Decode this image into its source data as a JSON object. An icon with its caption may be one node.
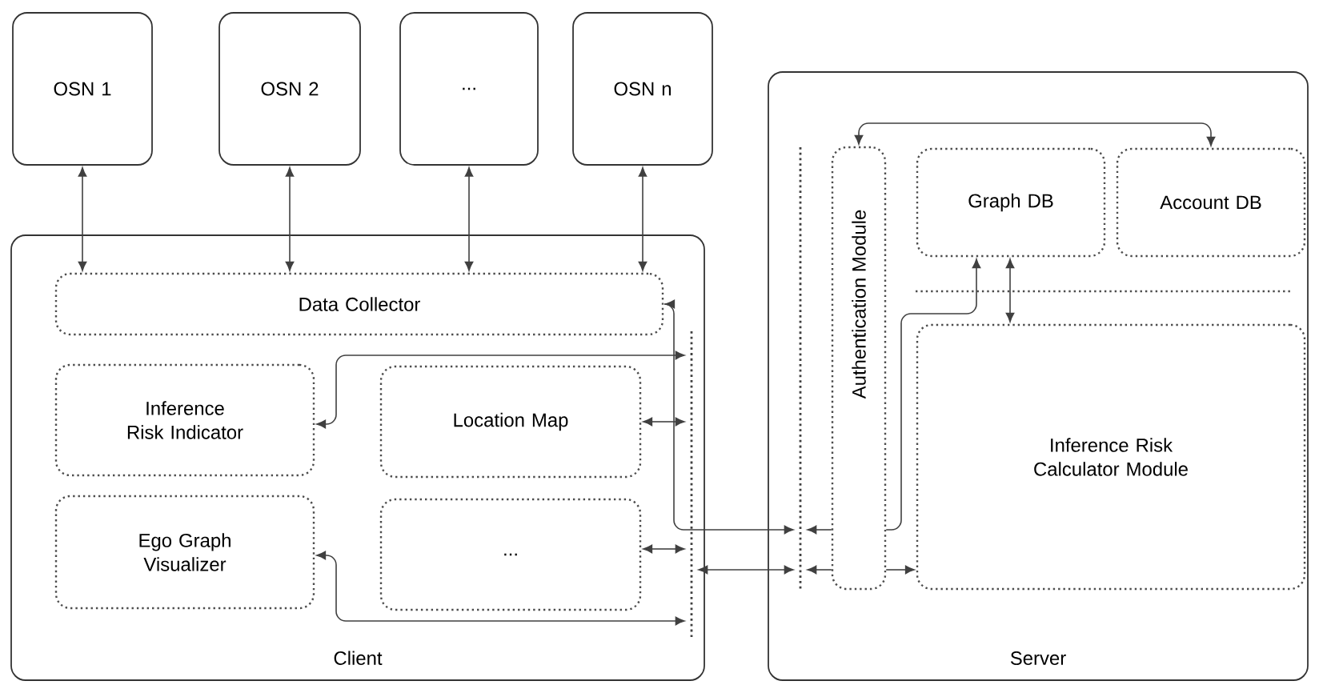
{
  "diagram": {
    "nodes": [
      {
        "text": [
          "OSN 1"
        ]
      },
      {
        "text": [
          "OSN 2"
        ]
      },
      {
        "text": [
          "..."
        ]
      },
      {
        "text": [
          "OSN n"
        ]
      },
      {
        "text": [
          "Client"
        ]
      },
      {
        "text": [
          "Data Collector"
        ],
        "in": 4
      },
      {
        "text": [
          "Inference Risk Indicator"
        ],
        "in": 4
      },
      {
        "text": [
          "Location Map"
        ],
        "in": 4
      },
      {
        "text": [
          "..."
        ],
        "in": 4
      },
      {
        "text": [
          "Ego Graph Visualizer"
        ],
        "in": 4
      },
      {
        "text": [],
        "shape": "line",
        "in": 4
      },
      {
        "text": [
          "Server"
        ]
      },
      {
        "text": [],
        "shape": "line",
        "in": 11
      },
      {
        "text": [
          "Authentication Module"
        ],
        "in": 11
      },
      {
        "text": [
          "Graph DB"
        ],
        "in": 11
      },
      {
        "text": [
          "Account DB"
        ],
        "in": 11
      },
      {
        "text": [
          "Inference Risk Calculator Module"
        ],
        "in": 11
      }
    ],
    "edges": [
      {
        "from": 0,
        "to": 5,
        "arrow": "both"
      },
      {
        "from": 1,
        "to": 5,
        "arrow": "both"
      },
      {
        "from": 2,
        "to": 5,
        "arrow": "both"
      },
      {
        "from": 3,
        "to": 5,
        "arrow": "both"
      },
      {
        "from": 5,
        "to": 12,
        "arrow": "both"
      },
      {
        "from": 10,
        "to": 6,
        "arrow": "both"
      },
      {
        "from": 7,
        "to": 10,
        "arrow": "both"
      },
      {
        "from": 8,
        "to": 10,
        "arrow": "both"
      },
      {
        "from": 10,
        "to": 12,
        "arrow": "both"
      },
      {
        "from": 10,
        "to": 9,
        "arrow": "both"
      },
      {
        "from": 13,
        "to": 12,
        "arrow": "to"
      },
      {
        "from": 13,
        "to": 12,
        "arrow": "to"
      },
      {
        "from": 13,
        "to": 16,
        "arrow": "to"
      },
      {
        "from": 13,
        "to": 14,
        "arrow": "to"
      },
      {
        "from": 14,
        "to": 16,
        "arrow": "both"
      },
      {
        "from": 13,
        "to": 15,
        "arrow": "both"
      }
    ]
  }
}
